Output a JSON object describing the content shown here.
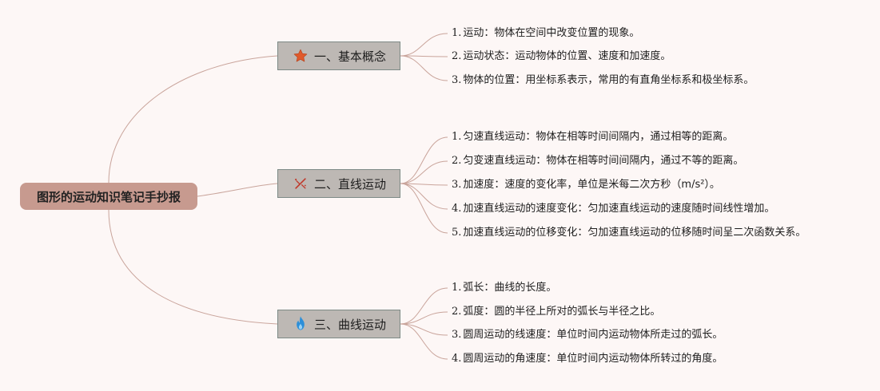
{
  "root": {
    "title": "图形的运动知识笔记手抄报"
  },
  "colors": {
    "background": "#fdf7f6",
    "root_fill": "#c79a8f",
    "branch_fill": "#bdb8b4",
    "connector": "#c9a49b",
    "star": "#e05a2b",
    "fire": "#2c8fd9",
    "sparkle": "#c0392b"
  },
  "branches": [
    {
      "label": "一、基本概念",
      "icon": "star-icon",
      "items": [
        {
          "num": "1.",
          "text": "运动：物体在空间中改变位置的现象。"
        },
        {
          "num": "2.",
          "text": "运动状态：运动物体的位置、速度和加速度。"
        },
        {
          "num": "3.",
          "text": "物体的位置：用坐标系表示，常用的有直角坐标系和极坐标系。"
        }
      ]
    },
    {
      "label": "二、直线运动",
      "icon": "sparkle-icon",
      "items": [
        {
          "num": "1.",
          "text": "匀速直线运动：物体在相等时间间隔内，通过相等的距离。"
        },
        {
          "num": "2.",
          "text": "匀变速直线运动：物体在相等时间间隔内，通过不等的距离。"
        },
        {
          "num": "3.",
          "text": "加速度：速度的变化率，单位是米每二次方秒（m/s²）。"
        },
        {
          "num": "4.",
          "text": "加速直线运动的速度变化：匀加速直线运动的速度随时间线性增加。"
        },
        {
          "num": "5.",
          "text": "加速直线运动的位移变化：匀加速直线运动的位移随时间呈二次函数关系。"
        }
      ]
    },
    {
      "label": "三、曲线运动",
      "icon": "fire-icon",
      "items": [
        {
          "num": "1.",
          "text": "弧长：曲线的长度。"
        },
        {
          "num": "2.",
          "text": "弧度：圆的半径上所对的弧长与半径之比。"
        },
        {
          "num": "3.",
          "text": "圆周运动的线速度：单位时间内运动物体所走过的弧长。"
        },
        {
          "num": "4.",
          "text": "圆周运动的角速度：单位时间内运动物体所转过的角度。"
        }
      ]
    }
  ]
}
